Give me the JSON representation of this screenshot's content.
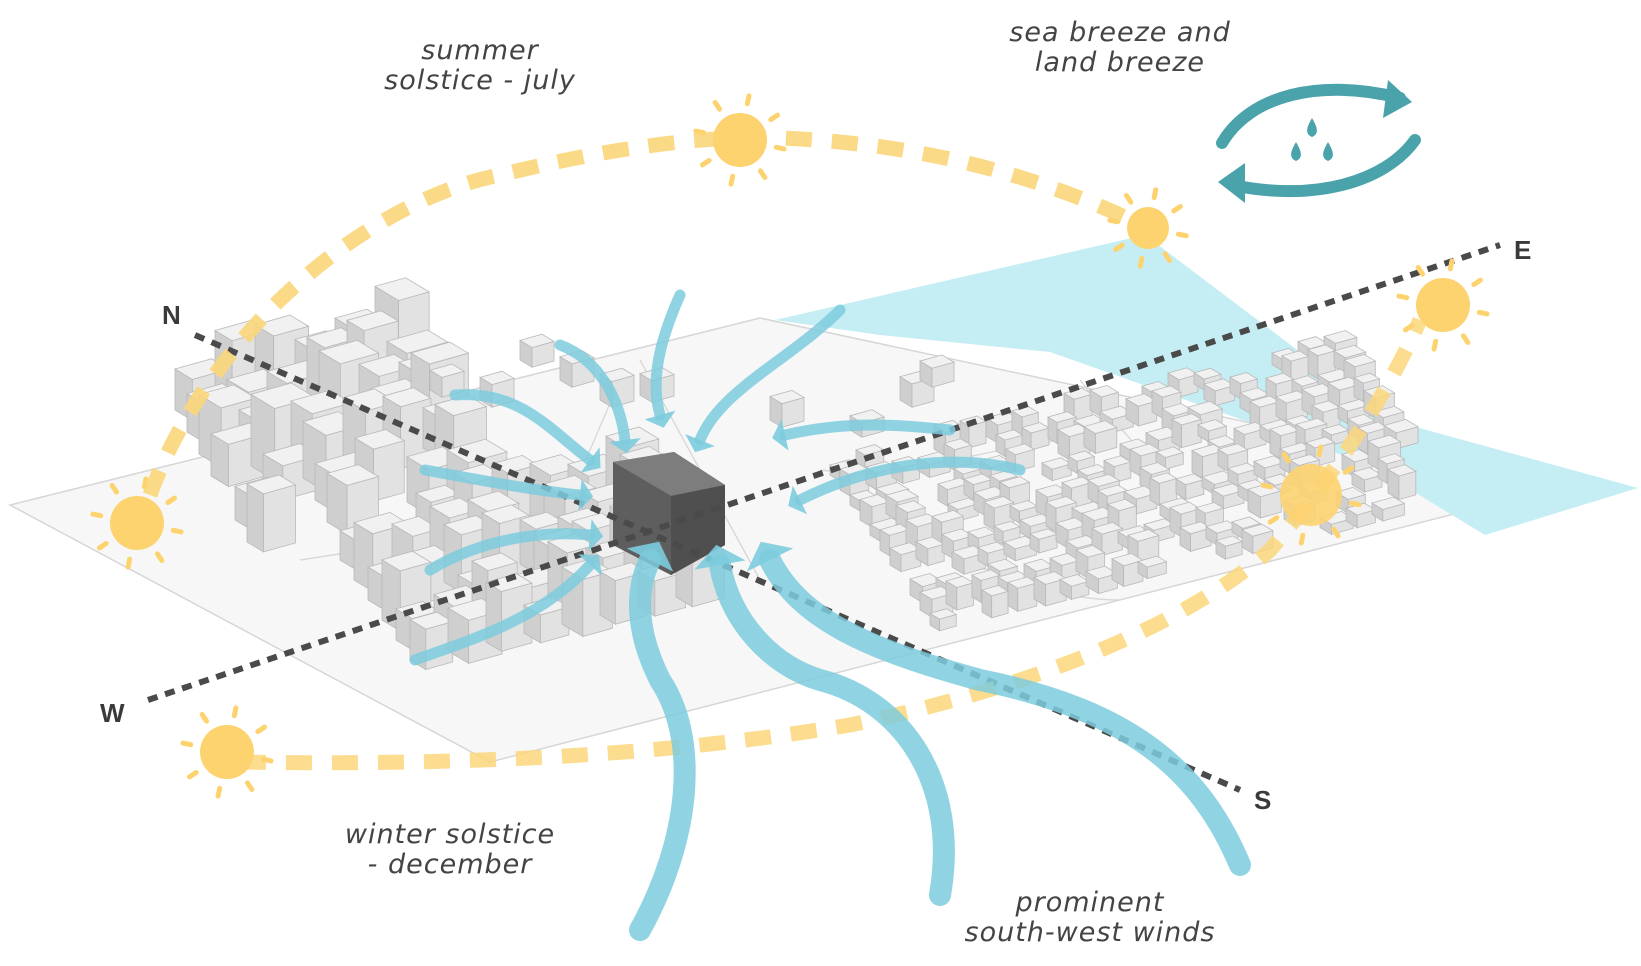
{
  "labels": {
    "summer_line1": "summer",
    "summer_line2": "solstice - july",
    "sea_line1": "sea breeze and",
    "sea_line2": "land breeze",
    "winter_line1": "winter solstice",
    "winter_line2": "- december",
    "winds_line1": "prominent",
    "winds_line2": "south-west winds"
  },
  "compass": {
    "north": "N",
    "east": "E",
    "south": "S",
    "west": "W"
  },
  "colors": {
    "sun": "#fdd370",
    "sun_path": "#fbd67a",
    "wind": "#7ccbdd",
    "sea": "#c4eef3",
    "breeze_arrow": "#4aa3ab",
    "axis": "#4a4a4a",
    "building": "#d9d9d9",
    "building_outline": "#b9b9b9",
    "focal_block": "#6b6b6b"
  },
  "icons": [
    "sun-icon",
    "wind-arrow-icon",
    "water-drop-icon",
    "breeze-cycle-icon"
  ]
}
